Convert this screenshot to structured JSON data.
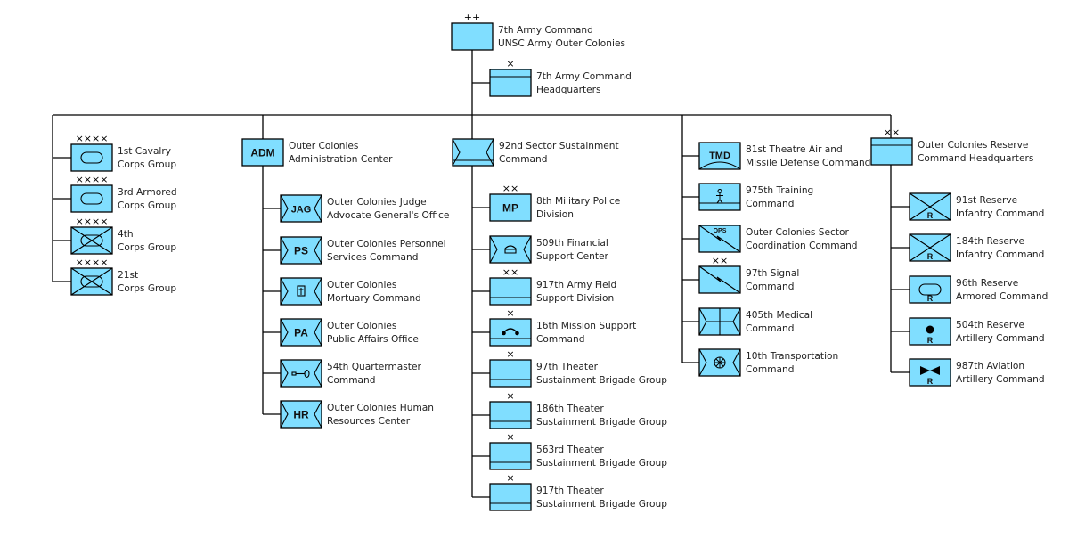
{
  "title": "7th Army Command — UNSC Army Outer Colonies organizational chart",
  "colors": {
    "unit_fill": "#80deff",
    "line": "#000000",
    "text": "#222222"
  },
  "root": {
    "label": [
      "7th Army Command",
      "UNSC Army Outer Colonies"
    ],
    "echelon": "++",
    "symbol": "blank"
  },
  "headquarters": {
    "label": [
      "7th Army Command",
      "Headquarters"
    ],
    "echelon": "×",
    "symbol": "hq-band"
  },
  "columns": [
    {
      "id": "corps",
      "head": null,
      "children": [
        {
          "label": [
            "1st Cavalry",
            "Corps Group"
          ],
          "echelon": "××××",
          "symbol": "armor"
        },
        {
          "label": [
            "3rd Armored",
            "Corps Group"
          ],
          "echelon": "××××",
          "symbol": "armor"
        },
        {
          "label": [
            "4th",
            "Corps Group"
          ],
          "echelon": "××××",
          "symbol": "armored-infantry"
        },
        {
          "label": [
            "21st",
            "Corps Group"
          ],
          "echelon": "××××",
          "symbol": "armored-infantry"
        }
      ]
    },
    {
      "id": "administration",
      "head": {
        "label": [
          "Outer Colonies",
          "Administration Center"
        ],
        "echelon": "",
        "symbol": "text",
        "text": "ADM"
      },
      "children": [
        {
          "label": [
            "Outer Colonies Judge",
            "Advocate General's Office"
          ],
          "echelon": "",
          "symbol": "sustain-text",
          "text": "JAG"
        },
        {
          "label": [
            "Outer Colonies Personnel",
            "Services Command"
          ],
          "echelon": "",
          "symbol": "sustain-text",
          "text": "PS"
        },
        {
          "label": [
            "Outer Colonies",
            "Mortuary Command"
          ],
          "echelon": "",
          "symbol": "sustain-mortuary"
        },
        {
          "label": [
            "Outer Colonies",
            "Public Affairs Office"
          ],
          "echelon": "",
          "symbol": "sustain-text",
          "text": "PA"
        },
        {
          "label": [
            "54th Quartermaster",
            "Command"
          ],
          "echelon": "",
          "symbol": "sustain-quartermaster"
        },
        {
          "label": [
            "Outer Colonies Human",
            "Resources Center"
          ],
          "echelon": "",
          "symbol": "sustain-text",
          "text": "HR"
        }
      ]
    },
    {
      "id": "sustainment",
      "head": {
        "label": [
          "92nd Sector Sustainment",
          "Command"
        ],
        "echelon": "",
        "symbol": "sustain-band"
      },
      "children": [
        {
          "label": [
            "8th Military Police",
            "Division"
          ],
          "echelon": "××",
          "symbol": "text",
          "text": "MP"
        },
        {
          "label": [
            "509th Financial",
            "Support Center"
          ],
          "echelon": "",
          "symbol": "sustain-finance"
        },
        {
          "label": [
            "917th Army Field",
            "Support Division"
          ],
          "echelon": "××",
          "symbol": "support-band"
        },
        {
          "label": [
            "16th Mission Support",
            "Command"
          ],
          "echelon": "×",
          "symbol": "support-signal-band"
        },
        {
          "label": [
            "97th Theater",
            "Sustainment Brigade Group"
          ],
          "echelon": "×",
          "symbol": "support-band"
        },
        {
          "label": [
            "186th Theater",
            "Sustainment Brigade Group"
          ],
          "echelon": "×",
          "symbol": "support-band"
        },
        {
          "label": [
            "563rd Theater",
            "Sustainment Brigade Group"
          ],
          "echelon": "×",
          "symbol": "support-band"
        },
        {
          "label": [
            "917th Theater",
            "Sustainment Brigade Group"
          ],
          "echelon": "×",
          "symbol": "support-band"
        }
      ]
    },
    {
      "id": "support-commands",
      "head": null,
      "children": [
        {
          "label": [
            "81st Theatre Air and",
            "Missile Defense Command"
          ],
          "echelon": "",
          "symbol": "air-defense",
          "text": "TMD"
        },
        {
          "label": [
            "975th Training",
            "Command"
          ],
          "echelon": "",
          "symbol": "training-band"
        },
        {
          "label": [
            "Outer Colonies Sector",
            "Coordination Command"
          ],
          "echelon": "",
          "symbol": "signal",
          "text": "OPS"
        },
        {
          "label": [
            "97th Signal",
            "Command"
          ],
          "echelon": "××",
          "symbol": "signal"
        },
        {
          "label": [
            "405th Medical",
            "Command"
          ],
          "echelon": "",
          "symbol": "medical"
        },
        {
          "label": [
            "10th Transportation",
            "Command"
          ],
          "echelon": "",
          "symbol": "sustain-transport"
        }
      ]
    },
    {
      "id": "reserve",
      "head": {
        "label": [
          "Outer Colonies Reserve",
          "Command Headquarters"
        ],
        "echelon": "××",
        "symbol": "hq-band"
      },
      "children": [
        {
          "label": [
            "91st Reserve",
            "Infantry Command"
          ],
          "echelon": "",
          "symbol": "infantry",
          "text": "R"
        },
        {
          "label": [
            "184th Reserve",
            "Infantry Command"
          ],
          "echelon": "",
          "symbol": "infantry",
          "text": "R"
        },
        {
          "label": [
            "96th Reserve",
            "Armored Command"
          ],
          "echelon": "",
          "symbol": "armor",
          "text": "R"
        },
        {
          "label": [
            "504th Reserve",
            "Artillery Command"
          ],
          "echelon": "",
          "symbol": "artillery",
          "text": "R"
        },
        {
          "label": [
            "987th Aviation",
            "Artillery Command"
          ],
          "echelon": "",
          "symbol": "aviation",
          "text": "R"
        }
      ]
    }
  ]
}
